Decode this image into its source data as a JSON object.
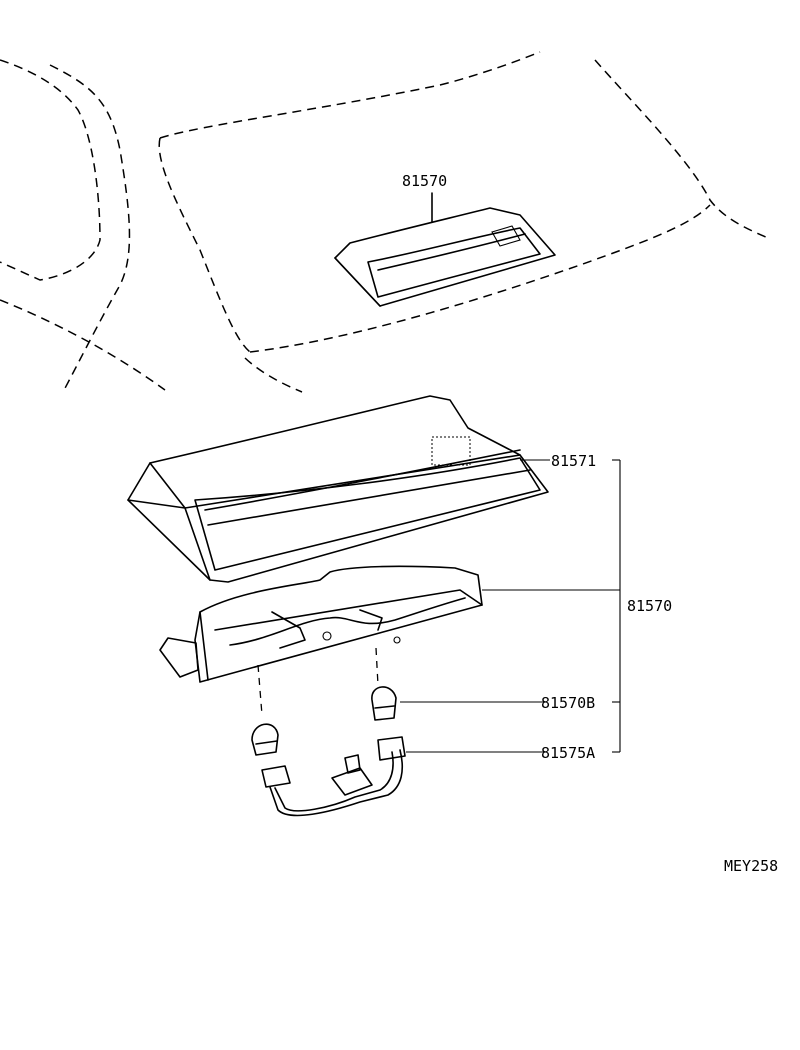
{
  "diagram": {
    "code": "MEY258",
    "callouts": {
      "top_lamp": "81570",
      "cover": "81571",
      "assembly": "81570",
      "bulb": "81570B",
      "socket_wire": "81575A"
    }
  }
}
